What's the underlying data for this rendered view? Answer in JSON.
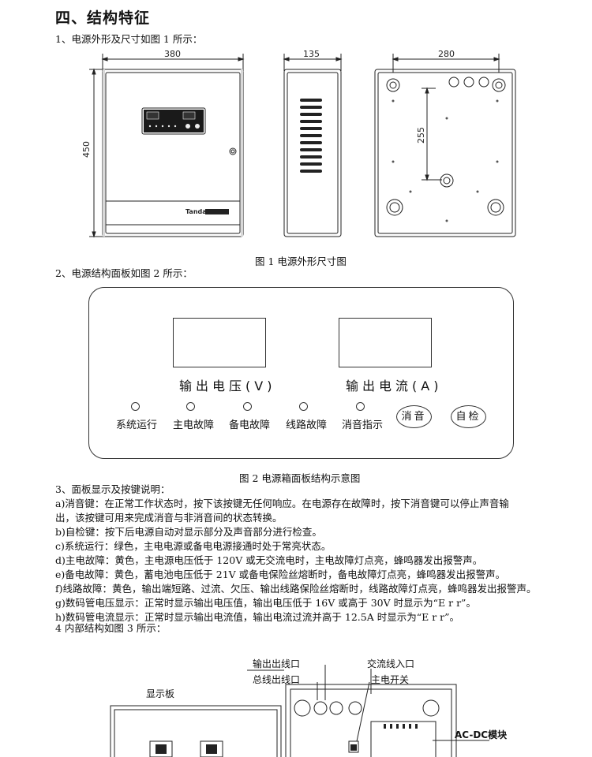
{
  "section_title": "四、结构特征",
  "item1": "1、电源外形及尺寸如图 1 所示：",
  "fig1": {
    "dim_width": "380",
    "dim_height": "450",
    "dim_depth": "135",
    "dim_back_width": "280",
    "dim_back_height": "255",
    "brand": "Tanda",
    "caption": "图 1  电源外形尺寸图"
  },
  "item2": "2、电源结构面板如图 2 所示：",
  "panel": {
    "voltage_label": "输出电压(V)",
    "current_label": "输出电流(A)",
    "indicators": [
      "系统运行",
      "主电故障",
      "备电故障",
      "线路故障",
      "消音指示"
    ],
    "silence_button": "消音",
    "selftest_button": "自检"
  },
  "fig2_caption": "图 2  电源箱面板结构示意图",
  "item3": "3、面板显示及按键说明：",
  "descriptions": [
    "a)消音键：在正常工作状态时，按下该按键无任何响应。在电源存在故障时，按下消音键可以停止声音输",
    "出，该按键可用来完成消音与非消音间的状态转换。",
    "b)自检键：按下后电源自动对显示部分及声音部分进行检查。",
    "c)系统运行：绿色，主电电源或备电电源接通时处于常亮状态。",
    "d)主电故障：黄色，主电源电压低于 120V 或无交流电时，主电故障灯点亮，蜂鸣器发出报警声。",
    "e)备电故障：黄色，蓄电池电压低于 21V 或备电保险丝熔断时，备电故障灯点亮，蜂鸣器发出报警声。",
    "f)线路故障：黄色，输出端短路、过流、欠压、输出线路保险丝熔断时，线路故障灯点亮，蜂鸣器发出报警声。",
    "g)数码管电压显示：正常时显示输出电压值，输出电压低于 16V 或高于 30V 时显示为“E r r”。",
    "h)数码管电流显示：正常时显示输出电流值，输出电流过流并高于 12.5A 时显示为“E r r”。"
  ],
  "item4": "4 内部结构如图 3 所示：",
  "fig3": {
    "output_port": "输出出线口",
    "ac_port": "交流线入口",
    "bus_port": "总线出线口",
    "main_switch": "主电开关",
    "display_board": "显示板",
    "acdc_module": "AC-DC模块"
  }
}
